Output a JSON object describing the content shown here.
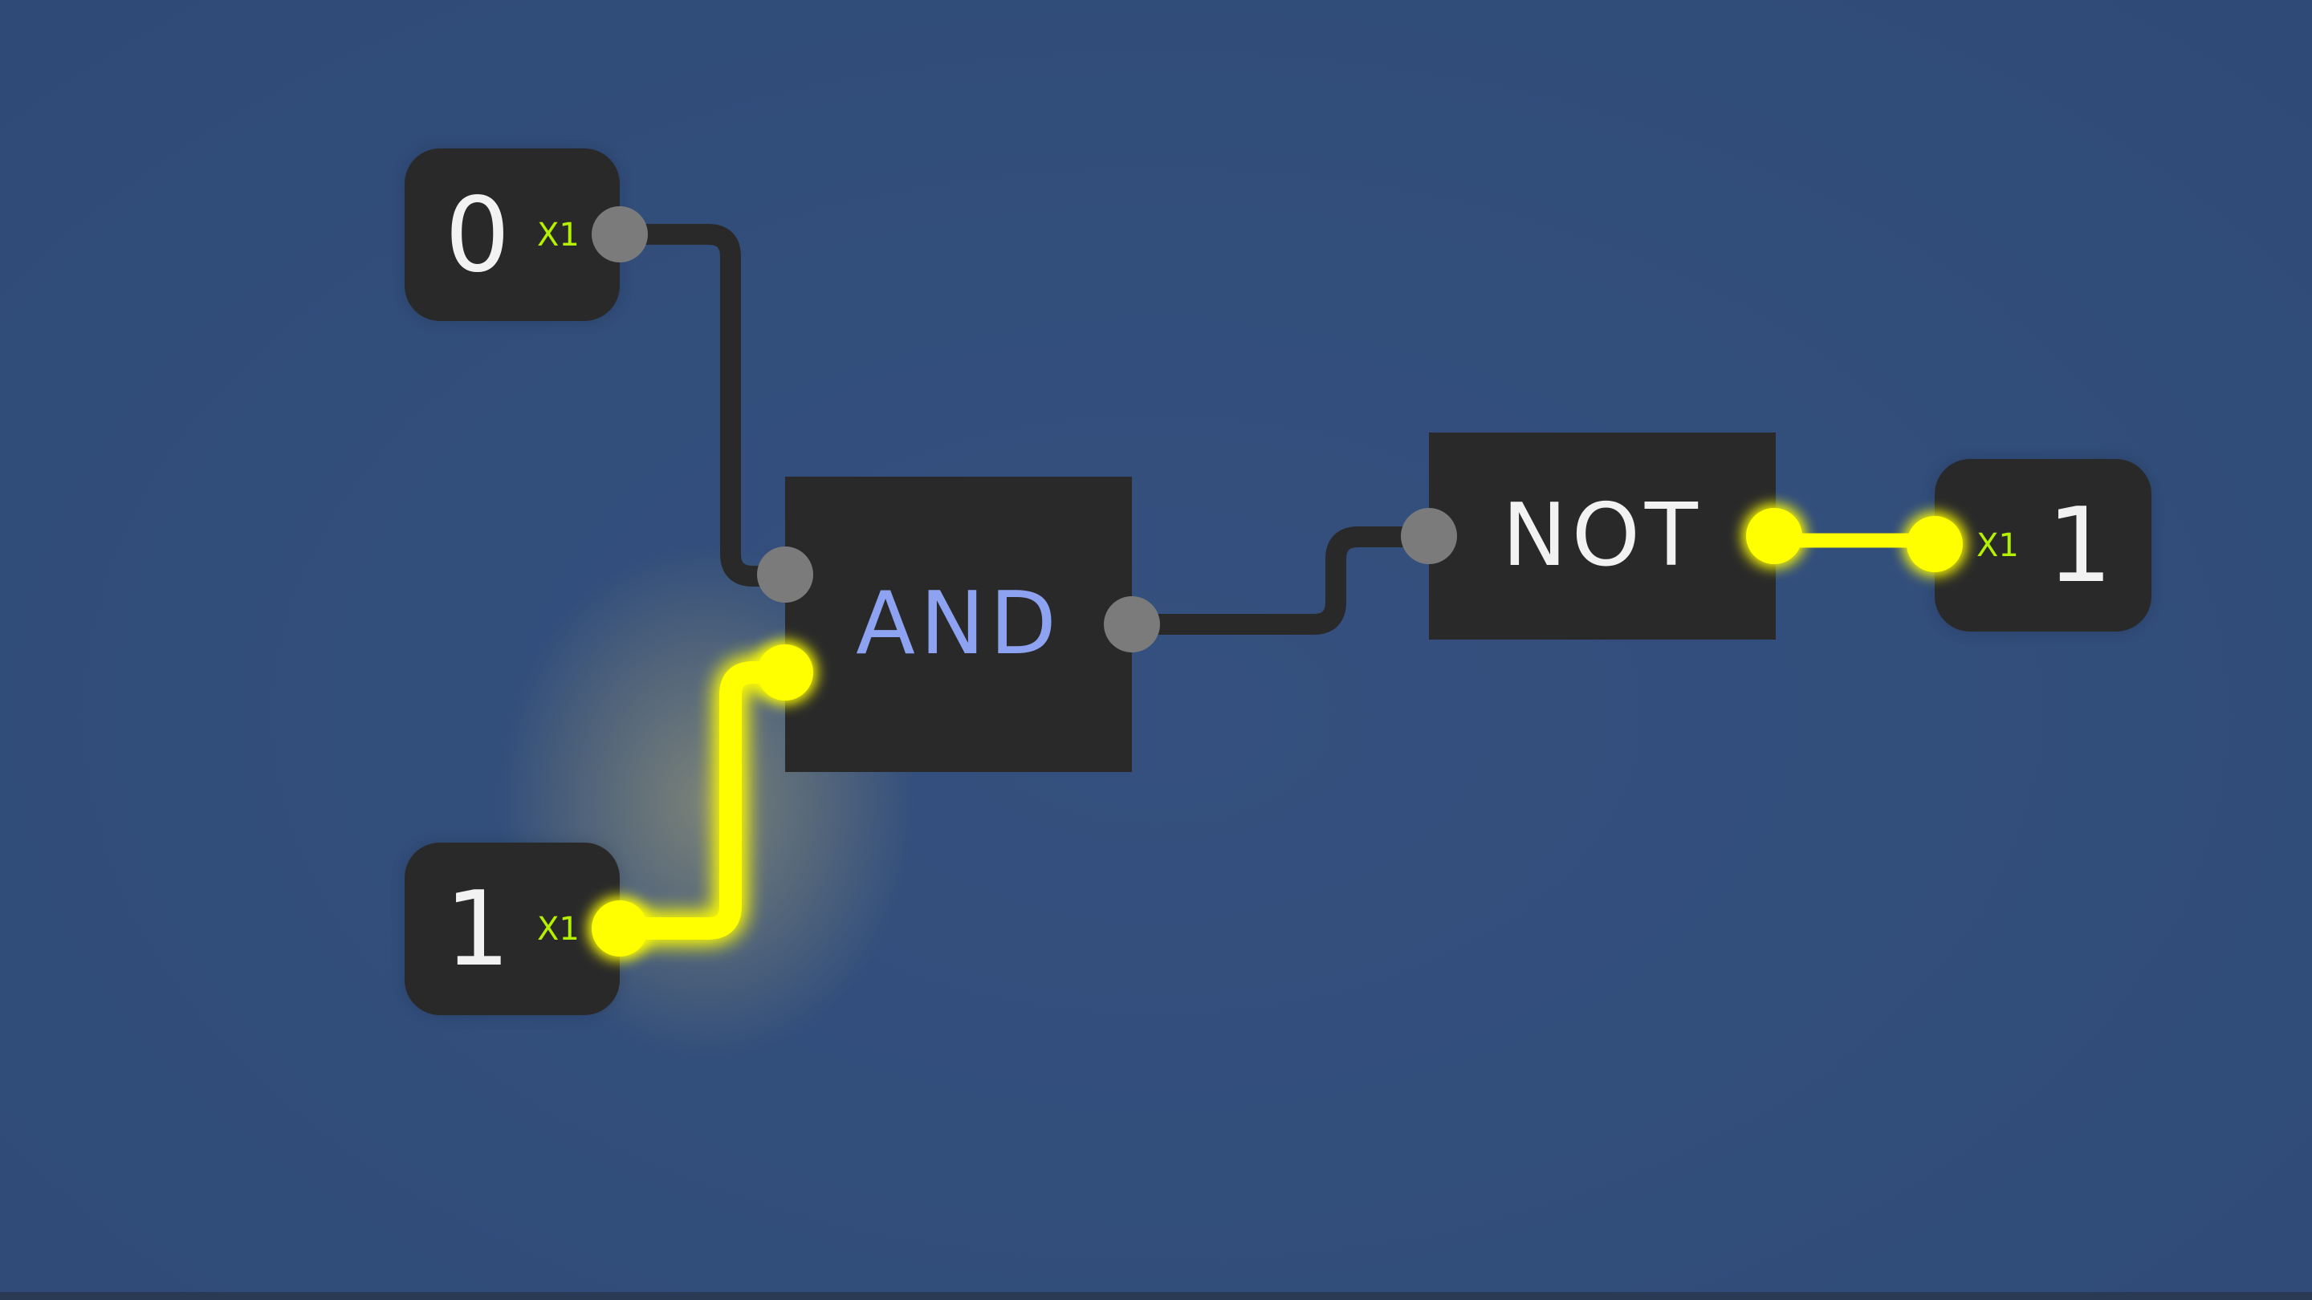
{
  "colors": {
    "background": "#314d7a",
    "node_fill": "#292929",
    "wire_off": "#292929",
    "wire_on": "#ffff00",
    "pin_off": "#7b7b7b",
    "pin_on": "#ffff00",
    "multiplier_text": "#b4f000",
    "and_label": "#8da2f0",
    "not_label": "#f2f2f2"
  },
  "inputs": [
    {
      "value": "0",
      "multiplier": "X1",
      "state": "off"
    },
    {
      "value": "1",
      "multiplier": "X1",
      "state": "on"
    }
  ],
  "gates": {
    "and": {
      "label": "AND",
      "output_state": "off"
    },
    "not": {
      "label": "NOT",
      "output_state": "on"
    }
  },
  "output": {
    "value": "1",
    "multiplier": "X1",
    "state": "on"
  }
}
